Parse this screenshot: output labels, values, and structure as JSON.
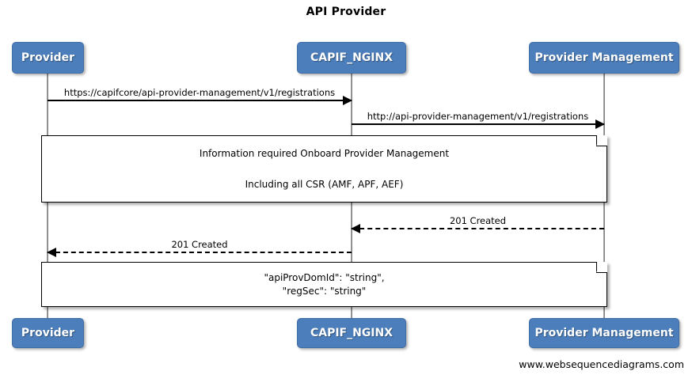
{
  "diagram": {
    "title": "API Provider",
    "footer": "www.websequencediagrams.com",
    "accent_color": "#4c7ebb",
    "line_color": "#000000"
  },
  "participants": [
    {
      "id": "provider",
      "label": "Provider"
    },
    {
      "id": "capif_nginx",
      "label": "CAPIF_NGINX"
    },
    {
      "id": "provider_management",
      "label": "Provider Management"
    }
  ],
  "participants_bottom": [
    {
      "id": "provider",
      "label": "Provider"
    },
    {
      "id": "capif_nginx",
      "label": "CAPIF_NGINX"
    },
    {
      "id": "provider_management",
      "label": "Provider Management"
    }
  ],
  "messages": [
    {
      "id": "msg-1",
      "label": "https://capifcore/api-provider-management/v1/registrations",
      "from": "Provider",
      "to": "CAPIF_NGINX",
      "style": "solid",
      "direction": "right"
    },
    {
      "id": "msg-2",
      "label": "http://api-provider-management/v1/registrations",
      "from": "CAPIF_NGINX",
      "to": "Provider Management",
      "style": "solid",
      "direction": "right"
    },
    {
      "id": "msg-3",
      "label": "201 Created",
      "from": "Provider Management",
      "to": "CAPIF_NGINX",
      "style": "dashed",
      "direction": "left"
    },
    {
      "id": "msg-4",
      "label": "201 Created",
      "from": "CAPIF_NGINX",
      "to": "Provider",
      "style": "dashed",
      "direction": "left"
    }
  ],
  "notes": [
    {
      "id": "note-1",
      "line1": "Information required Onboard Provider Management",
      "line2": "Including all CSR (AMF, APF, AEF)"
    },
    {
      "id": "note-2",
      "line1": "\"apiProvDomId\": \"string\",",
      "line2": "\"regSec\": \"string\""
    }
  ]
}
